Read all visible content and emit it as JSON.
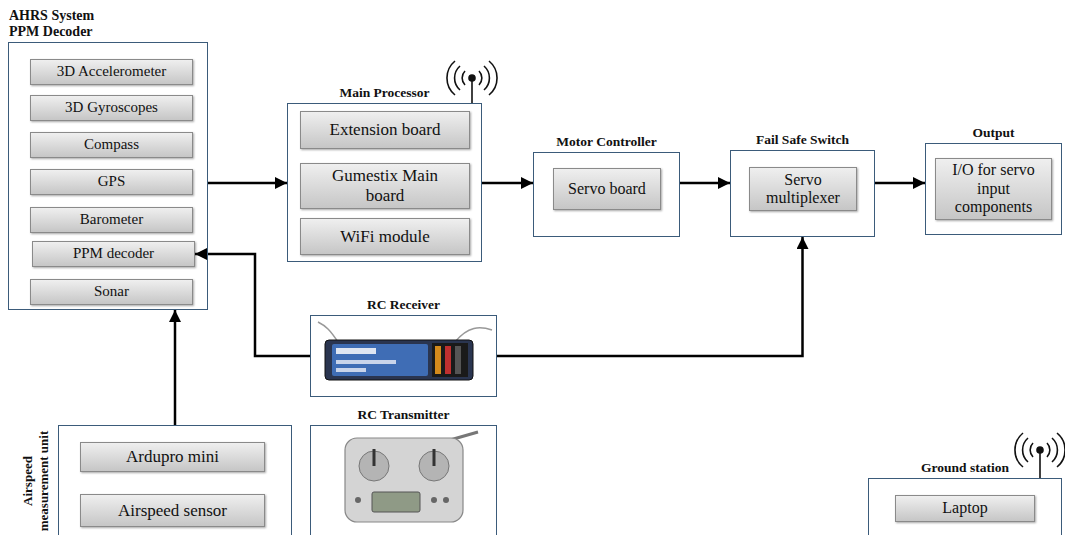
{
  "diagram": {
    "nodes": [
      {
        "text": [
          "AHRS System PPM Decoder"
        ]
      },
      {
        "text": [
          "3D Accelerometer"
        ],
        "in": 0
      },
      {
        "text": [
          "3D Gyroscopes"
        ],
        "in": 0
      },
      {
        "text": [
          "Compass"
        ],
        "in": 0
      },
      {
        "text": [
          "GPS"
        ],
        "in": 0
      },
      {
        "text": [
          "Barometer"
        ],
        "in": 0
      },
      {
        "text": [
          "PPM decoder"
        ],
        "in": 0
      },
      {
        "text": [
          "Sonar"
        ],
        "in": 0
      },
      {
        "text": [
          "Main Processor"
        ]
      },
      {
        "text": [
          "Extension board"
        ],
        "in": 8
      },
      {
        "text": [
          "Gumestix Main board"
        ],
        "in": 8
      },
      {
        "text": [
          "WiFi module"
        ],
        "in": 8
      },
      {
        "text": [
          "Motor Controller"
        ]
      },
      {
        "text": [
          "Servo board"
        ],
        "in": 12
      },
      {
        "text": [
          "Fail Safe Switch"
        ]
      },
      {
        "text": [
          "Servo multiplexer"
        ],
        "in": 14
      },
      {
        "text": [
          "Output"
        ]
      },
      {
        "text": [
          "I/O for servo input components"
        ],
        "in": 16
      },
      {
        "text": [
          "RC Receiver"
        ]
      },
      {
        "text": [
          "RC Transmitter"
        ]
      },
      {
        "text": [
          "Airspeed measurement unit"
        ]
      },
      {
        "text": [
          "Ardupro mini"
        ],
        "in": 20
      },
      {
        "text": [
          "Airspeed sensor"
        ],
        "in": 20
      },
      {
        "text": [
          "Ground station"
        ]
      },
      {
        "text": [
          "Laptop"
        ],
        "in": 23
      }
    ],
    "edges": [
      {
        "from": 0,
        "to": 8,
        "arrow": "to"
      },
      {
        "from": 8,
        "to": 12,
        "arrow": "to"
      },
      {
        "from": 12,
        "to": 14,
        "arrow": "to"
      },
      {
        "from": 14,
        "to": 16,
        "arrow": "to"
      },
      {
        "from": 18,
        "to": 6,
        "arrow": "to"
      },
      {
        "from": 18,
        "to": 14,
        "arrow": "to"
      },
      {
        "from": 20,
        "to": 0,
        "arrow": "to"
      }
    ]
  }
}
